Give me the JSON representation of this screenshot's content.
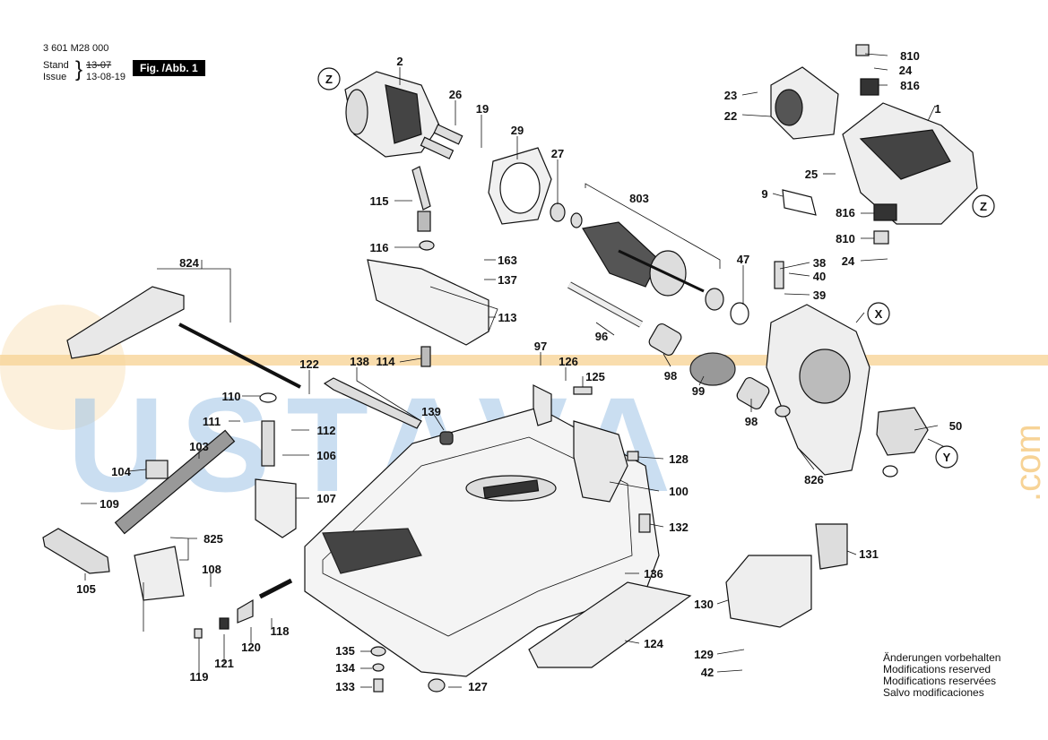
{
  "header": {
    "doc_number": "3 601 M28 000",
    "stand_label": "Stand",
    "stand_date": "13-07",
    "issue_label": "Issue",
    "issue_date": "13-08-19",
    "figure_label": "Fig. /Abb. 1"
  },
  "notes": [
    "Änderungen vorbehalten",
    "Modifications reserved",
    "Modifications reservées",
    "Salvo modificaciones"
  ],
  "watermark": {
    "text": "USTAVA",
    "suffix": ".com",
    "color": "#9fc4e6",
    "band_color": "#f4c16a"
  },
  "callouts": {
    "z_top": "Z",
    "z_right": "Z",
    "x": "X",
    "y": "Y"
  },
  "parts": {
    "p1": "1",
    "p2": "2",
    "p9": "9",
    "p19": "19",
    "p22": "22",
    "p23": "23",
    "p24a": "24",
    "p24b": "24",
    "p25": "25",
    "p26": "26",
    "p27": "27",
    "p29": "29",
    "p38": "38",
    "p39": "39",
    "p40": "40",
    "p42": "42",
    "p47": "47",
    "p50": "50",
    "p96": "96",
    "p97": "97",
    "p98a": "98",
    "p98b": "98",
    "p99": "99",
    "p100": "100",
    "p103": "103",
    "p104": "104",
    "p105": "105",
    "p106": "106",
    "p107": "107",
    "p108": "108",
    "p109": "109",
    "p110": "110",
    "p111": "111",
    "p112": "112",
    "p113": "113",
    "p114": "114",
    "p115": "115",
    "p116": "116",
    "p118": "118",
    "p119": "119",
    "p120": "120",
    "p121": "121",
    "p122": "122",
    "p124": "124",
    "p125": "125",
    "p126": "126",
    "p127": "127",
    "p128": "128",
    "p129": "129",
    "p130": "130",
    "p131": "131",
    "p132": "132",
    "p133": "133",
    "p134": "134",
    "p135": "135",
    "p136": "136",
    "p137": "137",
    "p138": "138",
    "p139": "139",
    "p163": "163",
    "p803": "803",
    "p810a": "810",
    "p810b": "810",
    "p816a": "816",
    "p816b": "816",
    "p824": "824",
    "p825": "825",
    "p826": "826"
  }
}
